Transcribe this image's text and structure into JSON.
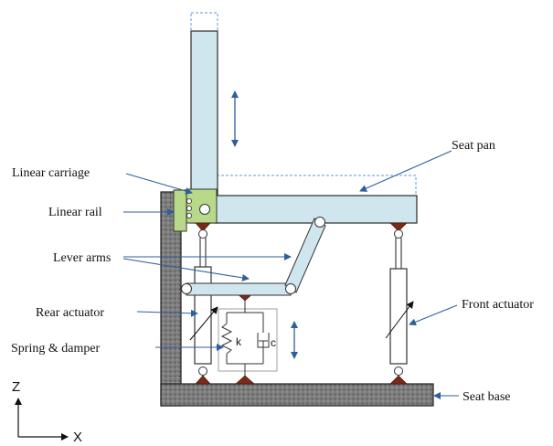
{
  "labels": {
    "linear_carriage": "Linear carriage",
    "linear_rail": "Linear rail",
    "lever_arms": "Lever arms",
    "rear_actuator": "Rear actuator",
    "spring_damper": "Spring & damper",
    "seat_pan": "Seat pan",
    "front_actuator": "Front actuator",
    "seat_base": "Seat base"
  },
  "symbols": {
    "spring": "k",
    "damper": "c"
  },
  "axes": {
    "z": "Z",
    "x": "X"
  },
  "colors": {
    "seat": "#cfe6ee",
    "seat_stroke": "#2a2a2a",
    "base": "#808080",
    "carriage": "#b8d98a",
    "arrow": "#2f5f9a",
    "joint": "#7a2a1a",
    "ghost": "#5b9bd5"
  }
}
